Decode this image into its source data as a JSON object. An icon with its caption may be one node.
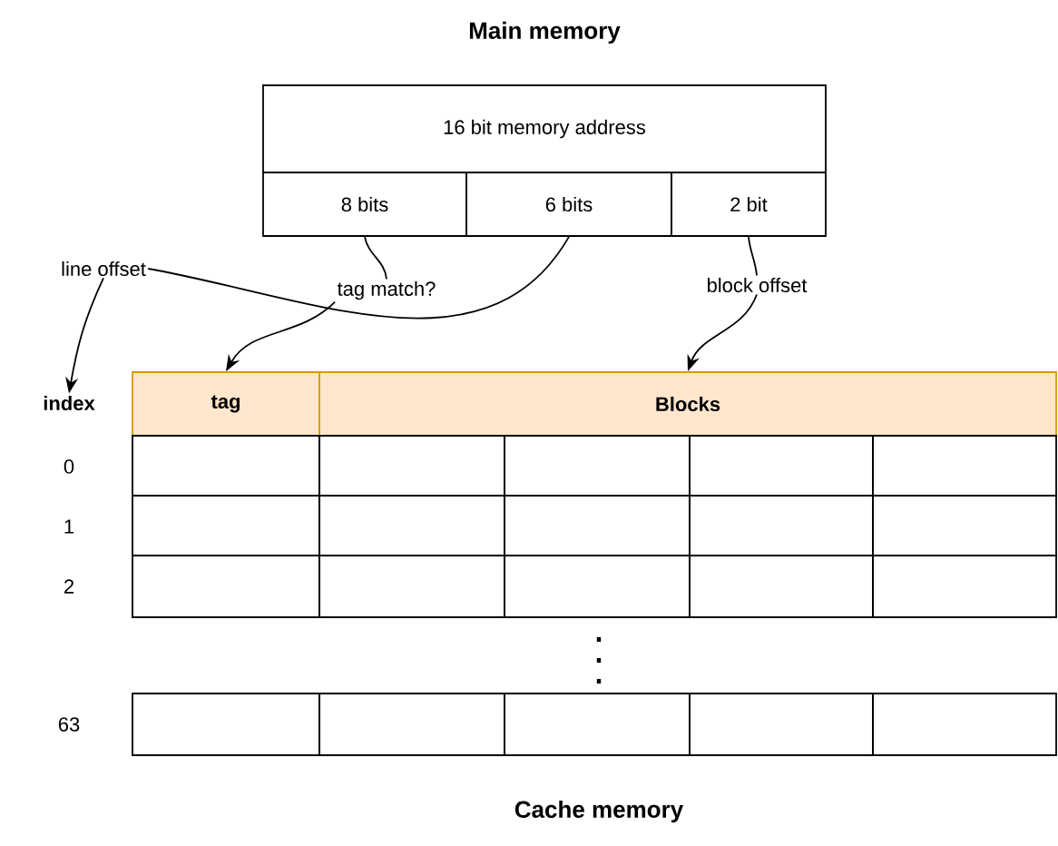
{
  "diagram": {
    "nodes": [
      {
        "text": [
          "16 bit memory address"
        ]
      },
      {
        "text": [
          "8 bits"
        ]
      },
      {
        "text": [
          "6 bits"
        ]
      },
      {
        "text": [
          "2 bit"
        ]
      },
      {
        "text": [
          "line offset"
        ]
      },
      {
        "text": [
          "tag match?"
        ]
      },
      {
        "text": [
          "block offset"
        ]
      },
      {
        "text": [
          "index"
        ]
      },
      {
        "text": [
          "tag"
        ]
      },
      {
        "text": [
          "Blocks"
        ]
      },
      {
        "text": [],
        "shape": "box"
      },
      {
        "text": [],
        "shape": "box"
      },
      {
        "text": [],
        "shape": "box"
      },
      {
        "text": [],
        "shape": "box"
      },
      {
        "text": [],
        "shape": "box"
      },
      {
        "text": [],
        "shape": "box"
      },
      {
        "text": [],
        "shape": "box"
      },
      {
        "text": [],
        "shape": "box"
      },
      {
        "text": [],
        "shape": "box"
      },
      {
        "text": [],
        "shape": "box"
      },
      {
        "text": [],
        "shape": "box"
      },
      {
        "text": [],
        "shape": "box"
      },
      {
        "text": [],
        "shape": "box"
      },
      {
        "text": [],
        "shape": "box"
      },
      {
        "text": [],
        "shape": "box"
      },
      {
        "text": [],
        "shape": "box"
      },
      {
        "text": [],
        "shape": "box"
      },
      {
        "text": [],
        "shape": "box"
      },
      {
        "text": [],
        "shape": "box"
      },
      {
        "text": [],
        "shape": "box"
      }
    ],
    "edges": [
      {
        "from": 1,
        "to": 5,
        "arrow": "none"
      },
      {
        "from": 5,
        "to": 8,
        "arrow": "to"
      },
      {
        "from": 2,
        "to": 4,
        "arrow": "none"
      },
      {
        "from": 4,
        "to": 7,
        "arrow": "to"
      },
      {
        "from": 3,
        "to": 6,
        "arrow": "none"
      },
      {
        "from": 6,
        "to": 9,
        "arrow": "to"
      }
    ],
    "labels": [
      "Main memory",
      "0",
      "1",
      "2",
      "63",
      "Cache memory"
    ]
  }
}
